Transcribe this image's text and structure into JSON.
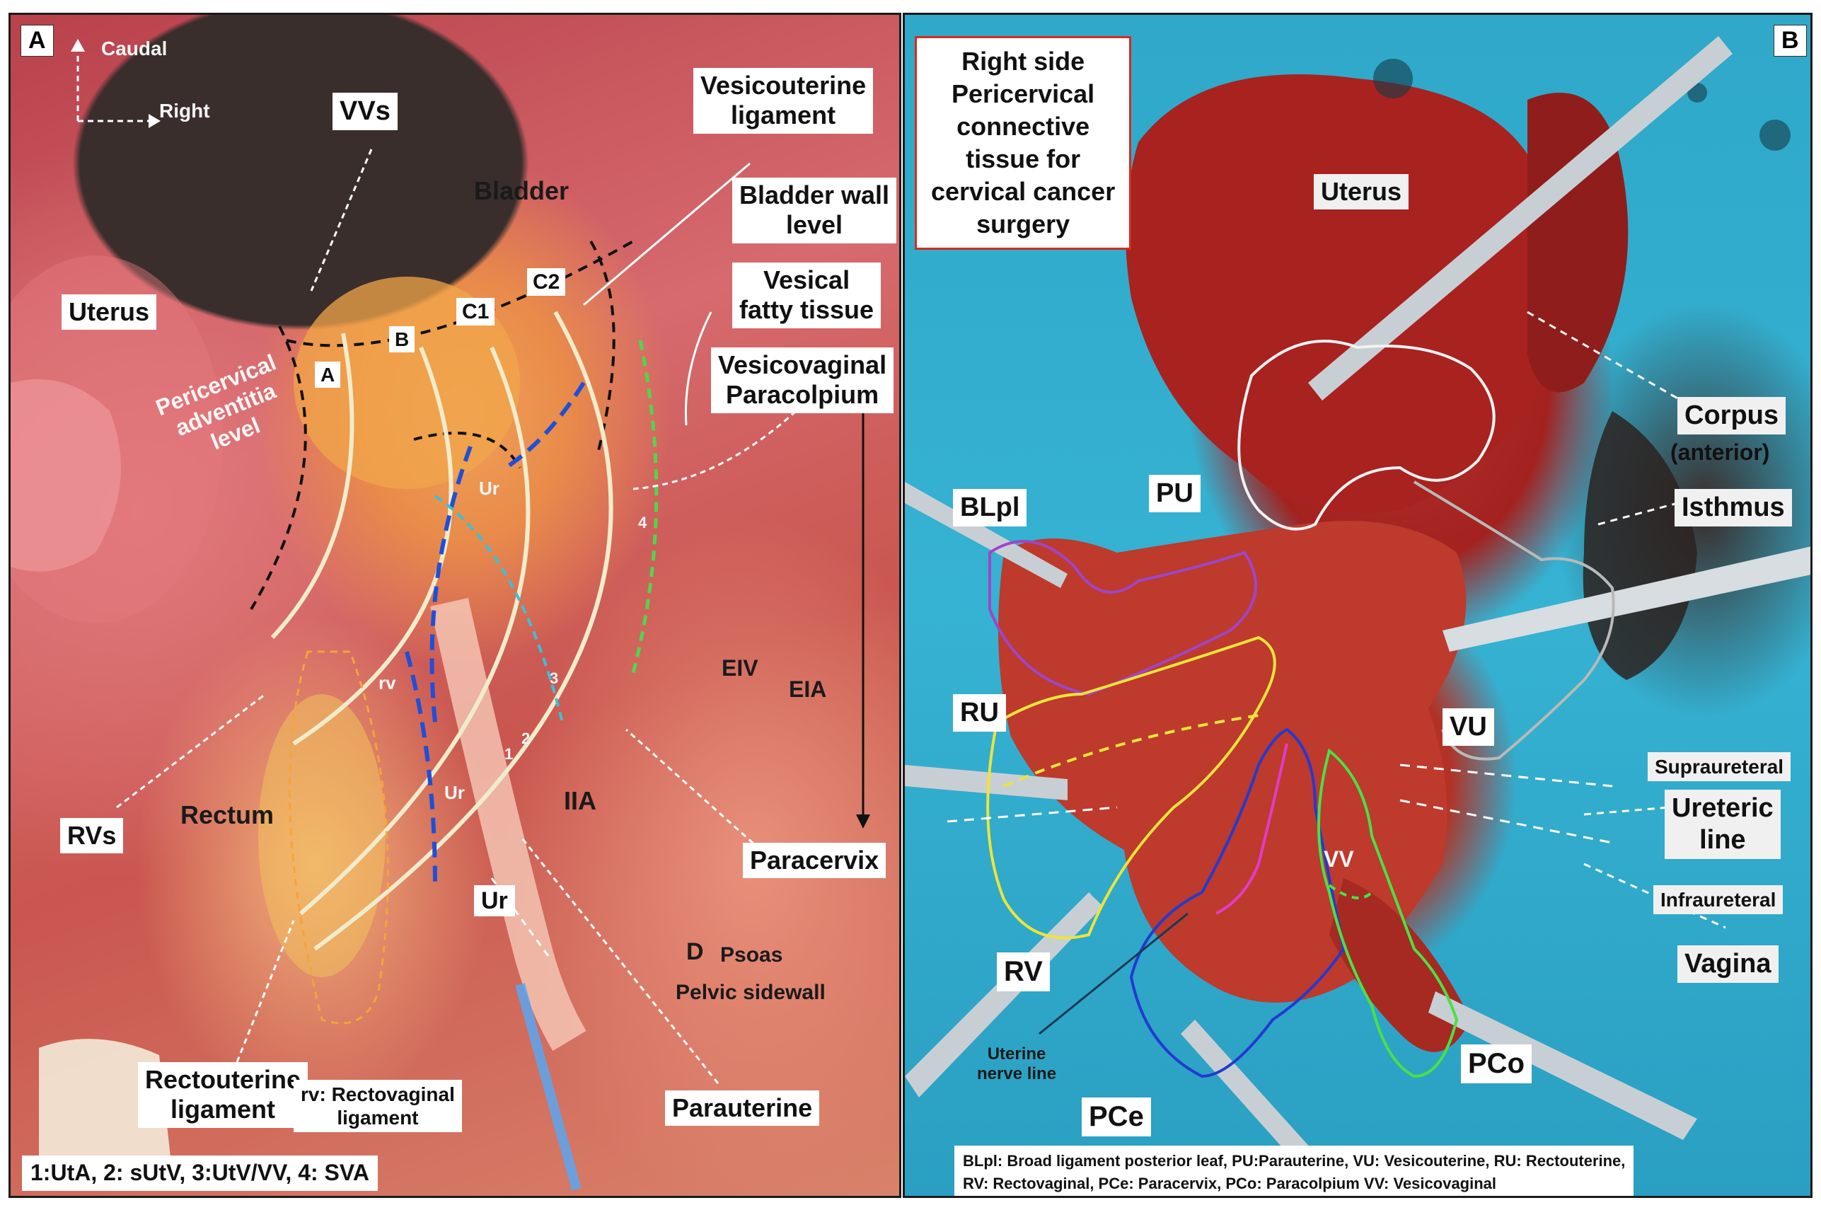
{
  "panel_a": {
    "letter": "A",
    "orientation": {
      "caudal": "Caudal",
      "right": "Right"
    },
    "labels": {
      "vvs": "VVs",
      "vesicouterine": [
        "Vesicouterine",
        "ligament"
      ],
      "bladder": "Bladder",
      "bladder_wall": [
        "Bladder wall",
        "level"
      ],
      "vesical_fatty": [
        "Vesical",
        "fatty tissue"
      ],
      "vesicovaginal": [
        "Vesicovaginal",
        "Paracolpium"
      ],
      "uterus": "Uterus",
      "pericervical": [
        "Pericervical",
        "adventitia",
        "level"
      ],
      "point_a": "A",
      "point_b": "B",
      "point_c1": "C1",
      "point_c2": "C2",
      "ur_upper": "Ur",
      "num_4": "4",
      "num_3": "3",
      "num_2": "2",
      "num_1": "1",
      "rv_small": "rv",
      "ur_mid": "Ur",
      "ur_low": "Ur",
      "eiv": "EIV",
      "eia": "EIA",
      "iia": "IIA",
      "rvs": "RVs",
      "rectum": "Rectum",
      "paracervix": "Paracervix",
      "point_d": "D",
      "psoas": "Psoas",
      "pelvic_sidewall": "Pelvic sidewall",
      "rectouterine": [
        "Rectouterine",
        "ligament"
      ],
      "rectovaginal": [
        "rv: Rectovaginal",
        "ligament"
      ],
      "parauterine": "Parauterine",
      "legend": "1:UtA, 2: sUtV, 3:UtV/VV, 4: SVA"
    }
  },
  "panel_b": {
    "letter": "B",
    "title": [
      "Right side",
      "Pericervical",
      "connective",
      "tissue for",
      "cervical cancer",
      "surgery"
    ],
    "labels": {
      "uterus": "Uterus",
      "corpus": "Corpus",
      "anterior": "(anterior)",
      "isthmus": "Isthmus",
      "blpl": "BLpl",
      "pu": "PU",
      "ru": "RU",
      "vu": "VU",
      "supraureteral": "Supraureteral",
      "ureteric_line": [
        "Ureteric",
        "line"
      ],
      "infraureteral": "Infraureteral",
      "vagina": "Vagina",
      "vv": "VV",
      "rv": "RV",
      "uterine_nerve": [
        "Uterine",
        "nerve line"
      ],
      "pce": "PCe",
      "pco": "PCo"
    },
    "footer": [
      "BLpl: Broad ligament posterior leaf, PU:Parauterine, VU: Vesicouterine, RU: Rectouterine,",
      "RV: Rectovaginal, PCe: Paracervix, PCo: Paracolpium VV: Vesicovaginal"
    ]
  }
}
